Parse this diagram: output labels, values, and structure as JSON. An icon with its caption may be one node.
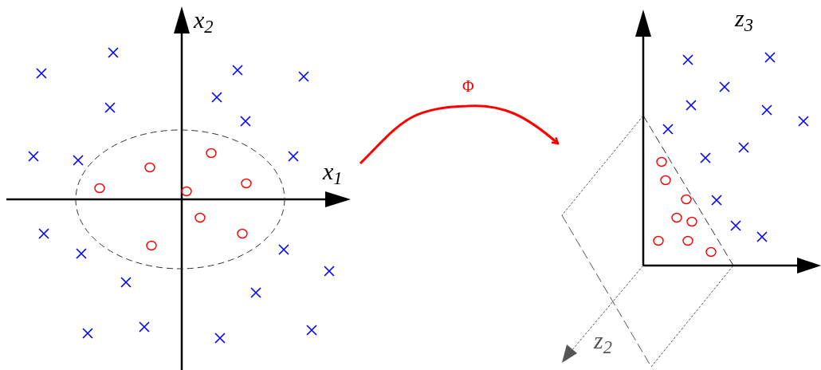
{
  "diagram": {
    "nodes": [
      {
        "text": [],
        "shape": "picture"
      },
      {
        "text": [],
        "shape": "picture"
      }
    ],
    "edges": [
      {
        "from": 0,
        "to": 1,
        "arrow": "to",
        "label": "Φ",
        "color": "#ff0000"
      }
    ],
    "labels": [
      "x$_{2}$",
      "x$_{1}$",
      "z$_{3}$",
      "z$_{2}$"
    ]
  }
}
